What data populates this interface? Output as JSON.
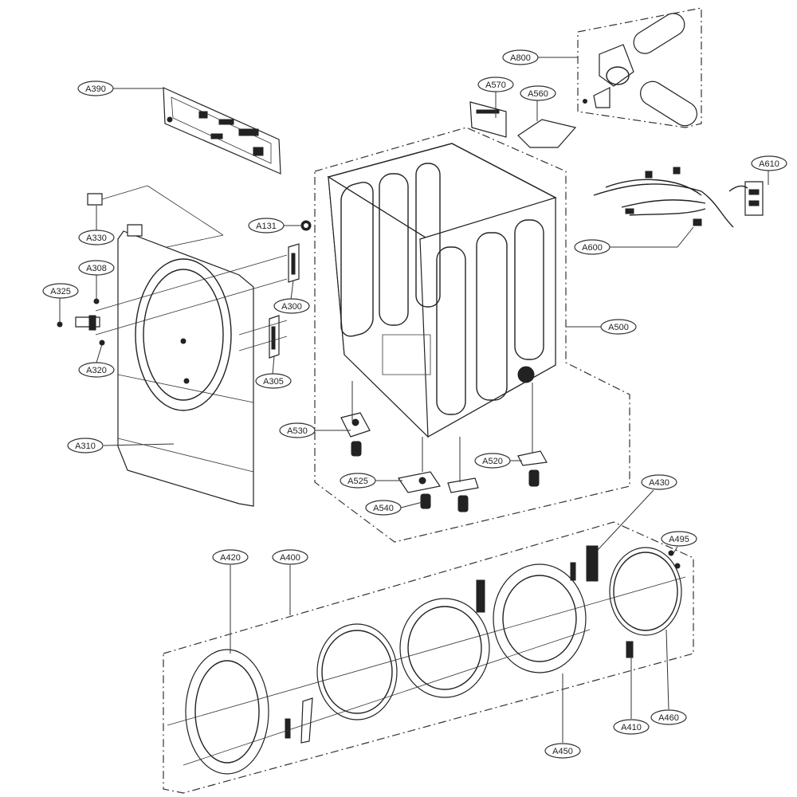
{
  "callouts": {
    "A390": "A390",
    "A330": "A330",
    "A308": "A308",
    "A325": "A325",
    "A320": "A320",
    "A310": "A310",
    "A131": "A131",
    "A300": "A300",
    "A305": "A305",
    "A570": "A570",
    "A560": "A560",
    "A800": "A800",
    "A610": "A610",
    "A600": "A600",
    "A500": "A500",
    "A530": "A530",
    "A520": "A520",
    "A525": "A525",
    "A540": "A540",
    "A430": "A430",
    "A495": "A495",
    "A420": "A420",
    "A400": "A400",
    "A410": "A410",
    "A460": "A460",
    "A450": "A450"
  }
}
